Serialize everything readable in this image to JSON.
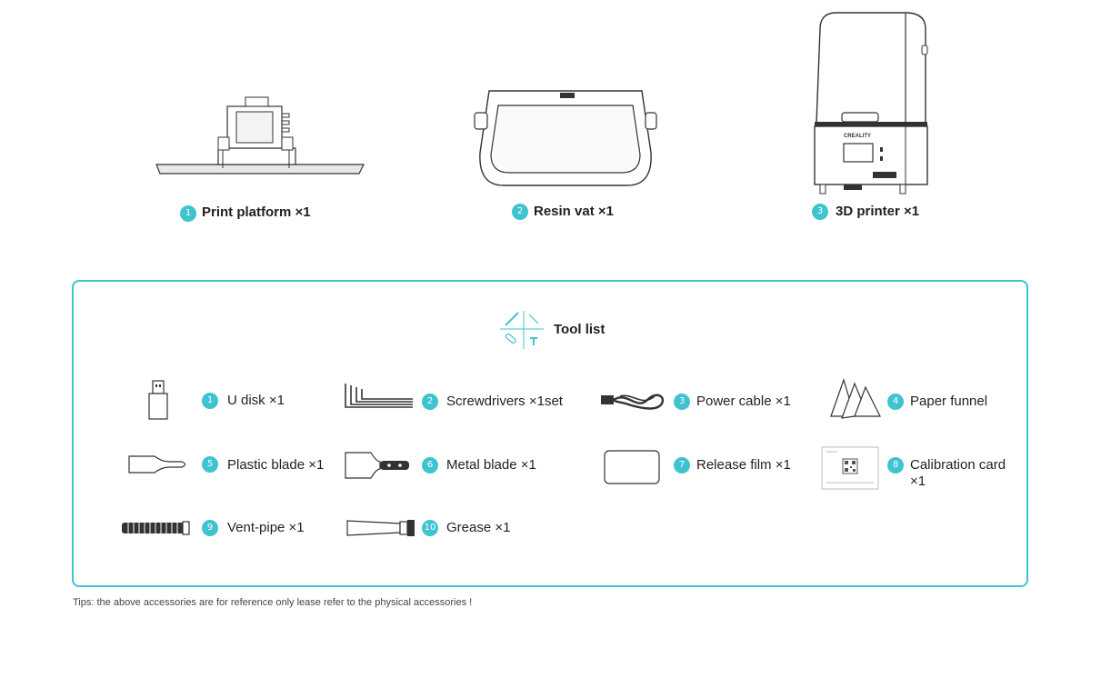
{
  "main_items": [
    {
      "number": "1",
      "label": "Print platform ×1",
      "icon": "print-platform-icon"
    },
    {
      "number": "2",
      "label": "Resin vat ×1",
      "icon": "resin-vat-icon"
    },
    {
      "number": "3",
      "label": "3D printer ×1",
      "icon": "3d-printer-icon"
    }
  ],
  "printer_brand": "CREALITY",
  "tool_list": {
    "title": "Tool list",
    "items": [
      {
        "number": "1",
        "label": "U disk ×1",
        "icon": "u-disk-icon"
      },
      {
        "number": "2",
        "label": "Screwdrivers ×1set",
        "icon": "screwdrivers-icon"
      },
      {
        "number": "3",
        "label": "Power cable ×1",
        "icon": "power-cable-icon"
      },
      {
        "number": "4",
        "label": "Paper funnel",
        "icon": "paper-funnel-icon"
      },
      {
        "number": "5",
        "label": "Plastic blade ×1",
        "icon": "plastic-blade-icon"
      },
      {
        "number": "6",
        "label": "Metal blade ×1",
        "icon": "metal-blade-icon"
      },
      {
        "number": "7",
        "label": "Release film ×1",
        "icon": "release-film-icon"
      },
      {
        "number": "8",
        "label": "Calibration card ×1",
        "icon": "calibration-card-icon"
      },
      {
        "number": "9",
        "label": "Vent-pipe ×1",
        "icon": "vent-pipe-icon"
      },
      {
        "number": "10",
        "label": "Grease ×1",
        "icon": "grease-icon"
      }
    ]
  },
  "tips": "Tips: the above accessories are for reference only lease refer to the physical accessories !",
  "colors": {
    "accent": "#3fc4cf",
    "text": "#231f20",
    "line": "#333333"
  }
}
